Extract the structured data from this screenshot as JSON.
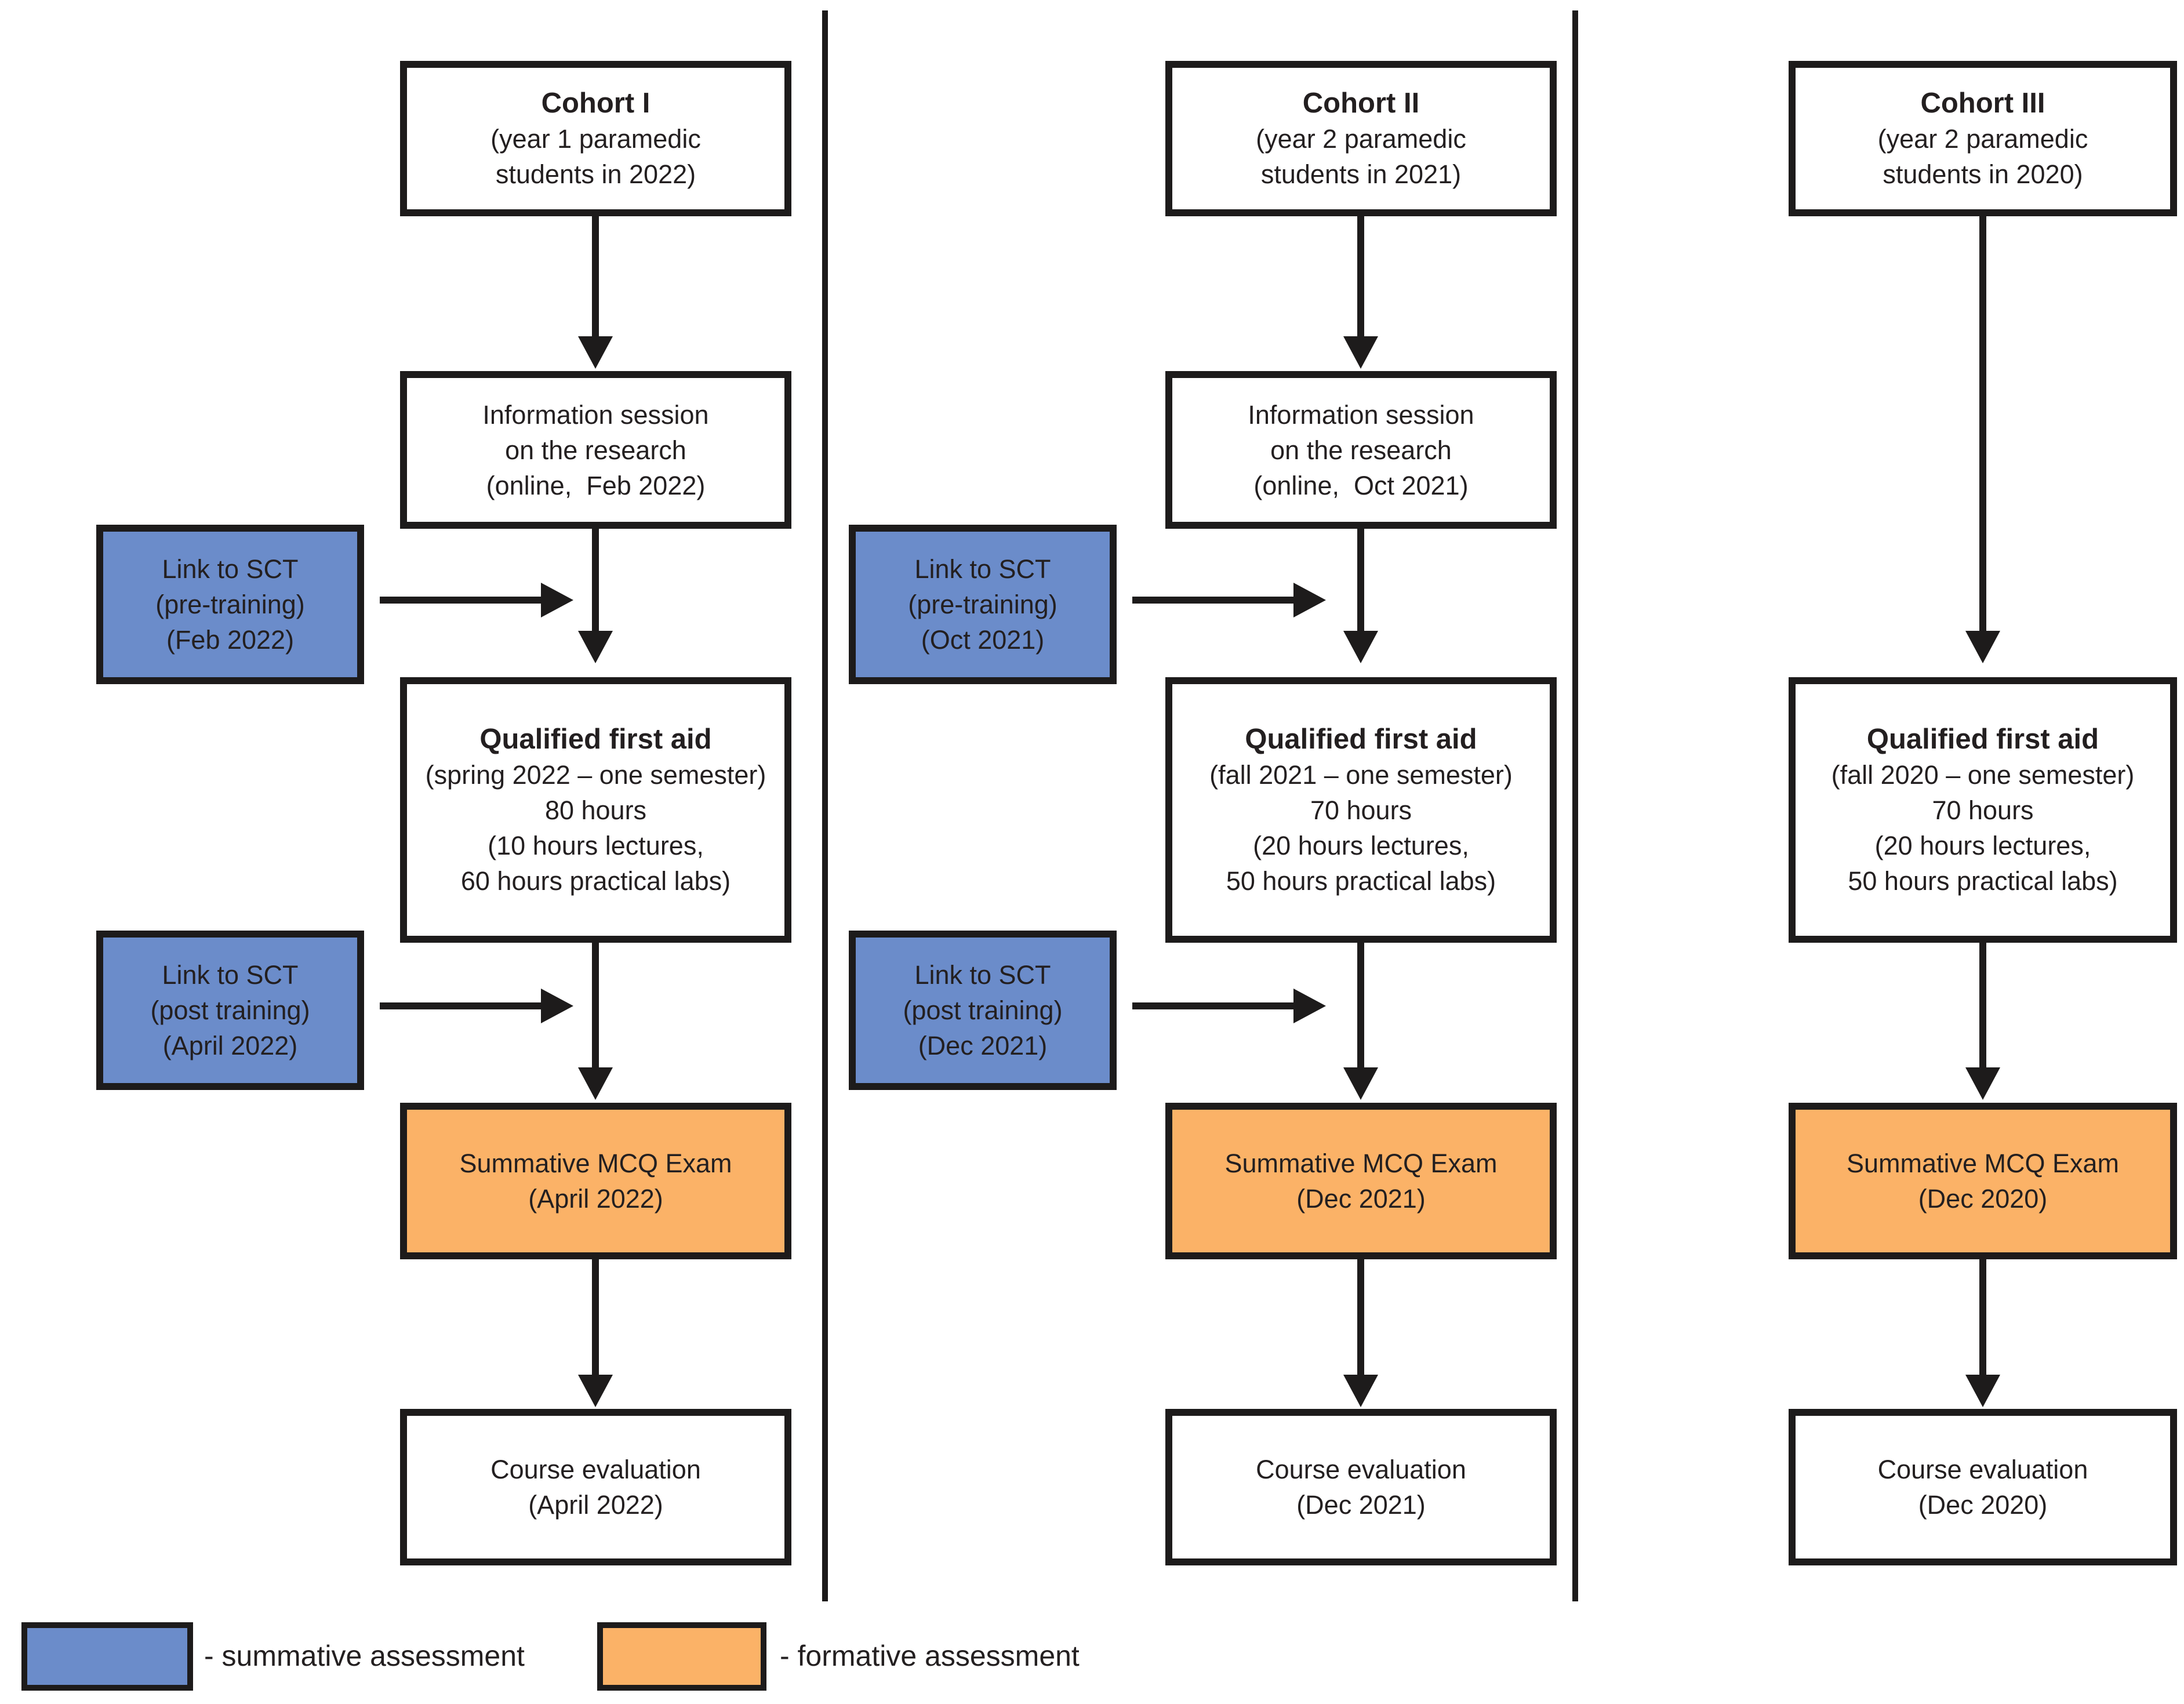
{
  "colors": {
    "blue": "#6b8cca",
    "orange": "#fbb267",
    "line": "#1d1b1b"
  },
  "cohort1": {
    "title": "Cohort I",
    "subtitle": "(year 1 paramedic\nstudents in 2022)",
    "info_session": "Information session\non the research\n(online,  Feb 2022)",
    "sct_pre": "Link to SCT\n(pre-training)\n(Feb 2022)",
    "course_title": "Qualified first aid",
    "course_details": "(spring 2022 – one semester)\n80 hours\n(10 hours lectures,\n60 hours practical labs)",
    "sct_post": "Link to SCT\n(post training)\n(April 2022)",
    "exam": "Summative MCQ Exam\n(April 2022)",
    "evaluation": "Course evaluation\n(April 2022)"
  },
  "cohort2": {
    "title": "Cohort II",
    "subtitle": "(year 2 paramedic\nstudents in 2021)",
    "info_session": "Information session\non the research\n(online,  Oct 2021)",
    "sct_pre": "Link to SCT\n(pre-training)\n(Oct 2021)",
    "course_title": "Qualified first aid",
    "course_details": "(fall 2021 – one semester)\n70 hours\n(20 hours lectures,\n50 hours practical labs)",
    "sct_post": "Link to SCT\n(post training)\n(Dec 2021)",
    "exam": "Summative MCQ Exam\n(Dec 2021)",
    "evaluation": "Course evaluation\n(Dec 2021)"
  },
  "cohort3": {
    "title": "Cohort III",
    "subtitle": "(year 2 paramedic\nstudents in 2020)",
    "course_title": "Qualified first aid",
    "course_details": "(fall 2020 – one semester)\n70 hours\n(20 hours lectures,\n50 hours practical labs)",
    "exam": "Summative MCQ Exam\n(Dec 2020)",
    "evaluation": "Course evaluation\n(Dec 2020)"
  },
  "legend": {
    "summative": "- summative assessment",
    "formative": "- formative assessment"
  }
}
